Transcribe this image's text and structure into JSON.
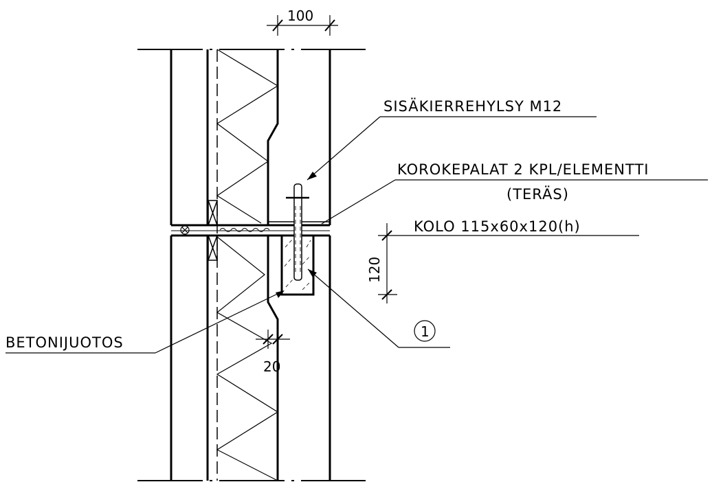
{
  "drawing": {
    "labels": {
      "dim_top": "100",
      "insert": "SISÄKIERREHYLSY M12",
      "shims": "KOROKEPALAT 2 KPL/ELEMENTTI",
      "shims_material": "(TERÄS)",
      "pocket": "KOLO 115x60x120(h)",
      "dim_pocket": "120",
      "joint": "BETONIJUOTOS",
      "dim_joint": "20",
      "detail_ref": "1"
    }
  }
}
